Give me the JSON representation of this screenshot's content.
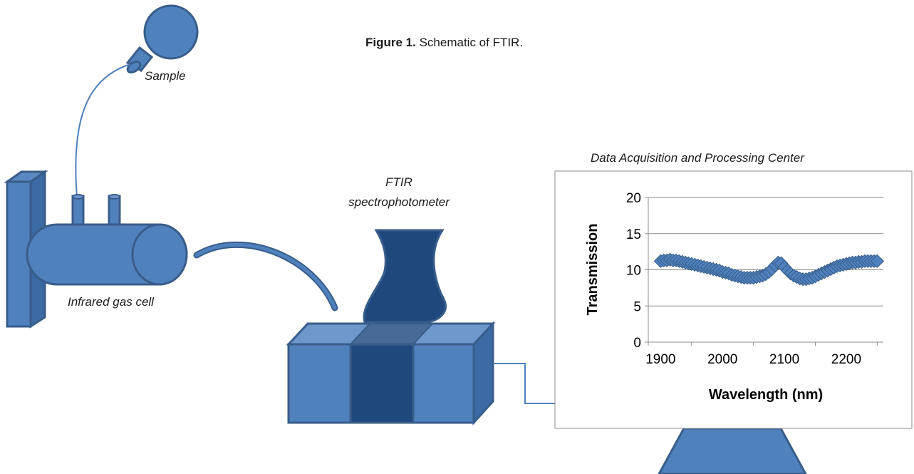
{
  "figure": {
    "caption_bold": "Figure 1.",
    "caption_text": " Schematic of FTIR."
  },
  "labels": {
    "sample": "Sample",
    "gas_cell": "Infrared gas cell",
    "ftir_line1": "FTIR",
    "ftir_line2": "spectrophotometer",
    "data_center": "Data Acquisition and Processing Center"
  },
  "colors": {
    "fill": "#4f81bd",
    "stroke": "#385d8a",
    "dark": "#1f497d"
  },
  "chart_data": {
    "type": "scatter",
    "title": "",
    "xlabel": "Wavelength (nm)",
    "ylabel": "Transmission",
    "xlim": [
      1880,
      2260
    ],
    "ylim": [
      0,
      20
    ],
    "xticks": [
      1900,
      2000,
      2100,
      2200
    ],
    "yticks": [
      0,
      5,
      10,
      15,
      20
    ],
    "grid": true,
    "marker": "diamond",
    "series": [
      {
        "x": [
          1900,
          1905,
          1910,
          1915,
          1920,
          1925,
          1930,
          1935,
          1940,
          1945,
          1950,
          1955,
          1960,
          1965,
          1970,
          1975,
          1980,
          1985,
          1990,
          1995,
          2000,
          2005,
          2010,
          2015,
          2020,
          2025,
          2030,
          2035,
          2040,
          2045,
          2050,
          2055,
          2060,
          2065,
          2070,
          2075,
          2080,
          2085,
          2090,
          2095,
          2100,
          2105,
          2110,
          2115,
          2120,
          2125,
          2130,
          2135,
          2140,
          2145,
          2150,
          2155,
          2160,
          2165,
          2170,
          2175,
          2180,
          2185,
          2190,
          2195,
          2200,
          2205,
          2210,
          2215,
          2220,
          2225,
          2230,
          2235,
          2240,
          2245,
          2250
        ],
        "y": [
          11.2,
          11.3,
          11.3,
          11.4,
          11.3,
          11.3,
          11.2,
          11.1,
          11.0,
          10.9,
          10.8,
          10.7,
          10.6,
          10.5,
          10.4,
          10.3,
          10.2,
          10.1,
          10.0,
          9.9,
          9.7,
          9.6,
          9.5,
          9.3,
          9.2,
          9.1,
          9.0,
          8.9,
          8.9,
          8.9,
          8.9,
          9.0,
          9.1,
          9.2,
          9.4,
          9.7,
          10.1,
          10.6,
          11.0,
          10.9,
          10.4,
          9.9,
          9.5,
          9.2,
          9.0,
          8.8,
          8.7,
          8.7,
          8.8,
          8.9,
          9.1,
          9.3,
          9.5,
          9.7,
          9.9,
          10.1,
          10.3,
          10.5,
          10.6,
          10.7,
          10.8,
          10.9,
          11.0,
          11.0,
          11.1,
          11.1,
          11.2,
          11.2,
          11.2,
          11.2,
          11.2
        ]
      }
    ]
  }
}
